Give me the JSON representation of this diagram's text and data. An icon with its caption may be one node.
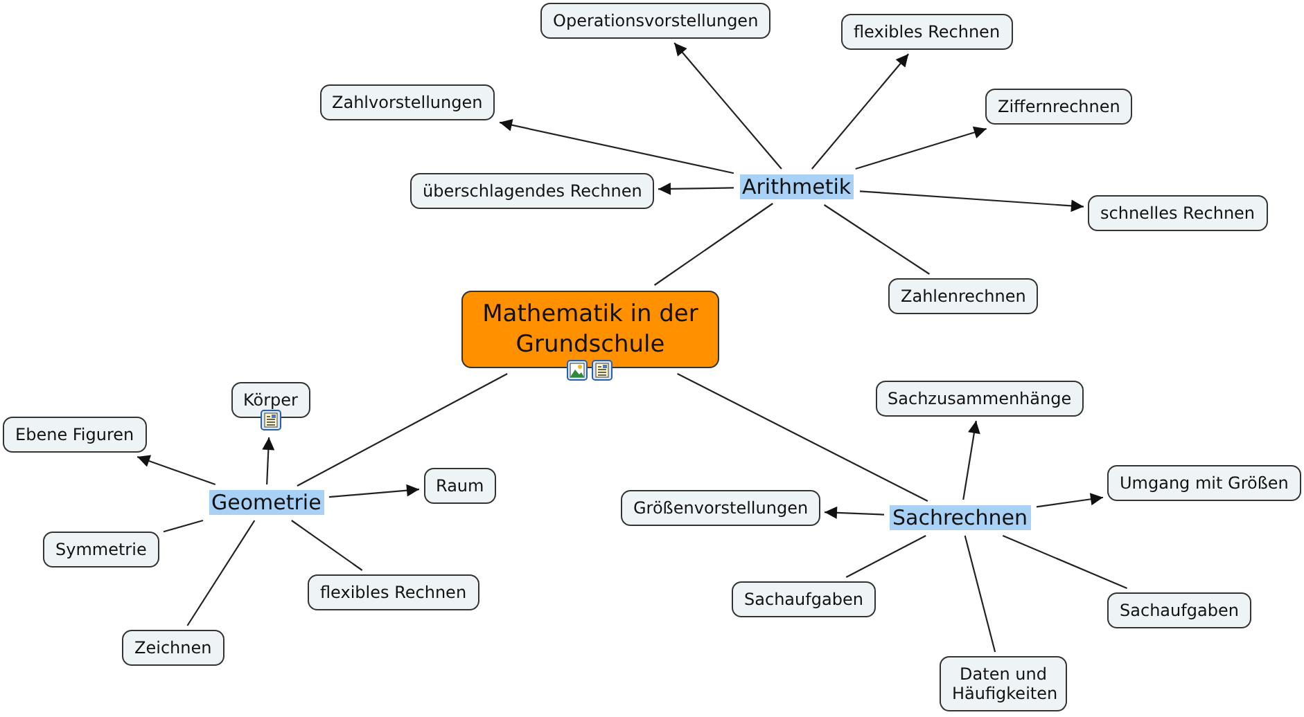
{
  "diagram": {
    "nodes": [
      {
        "text": [
          "Mathematik in der Grundschule"
        ]
      },
      {
        "text": [
          "Arithmetik"
        ]
      },
      {
        "text": [
          "Operationsvorstellungen"
        ]
      },
      {
        "text": [
          "flexibles Rechnen"
        ]
      },
      {
        "text": [
          "Zahlvorstellungen"
        ]
      },
      {
        "text": [
          "Ziffernrechnen"
        ]
      },
      {
        "text": [
          "überschlagendes Rechnen"
        ]
      },
      {
        "text": [
          "schnelles Rechnen"
        ]
      },
      {
        "text": [
          "Zahlenrechnen"
        ]
      },
      {
        "text": [
          "Geometrie"
        ]
      },
      {
        "text": [
          "Körper"
        ]
      },
      {
        "text": [
          "Ebene Figuren"
        ]
      },
      {
        "text": [
          "Raum"
        ]
      },
      {
        "text": [
          "Symmetrie"
        ]
      },
      {
        "text": [
          "flexibles Rechnen"
        ]
      },
      {
        "text": [
          "Zeichnen"
        ]
      },
      {
        "text": [
          "Sachrechnen"
        ]
      },
      {
        "text": [
          "Sachzusammenhänge"
        ]
      },
      {
        "text": [
          "Größenvorstellungen"
        ]
      },
      {
        "text": [
          "Umgang mit Größen"
        ]
      },
      {
        "text": [
          "Sachaufgaben"
        ]
      },
      {
        "text": [
          "Sachaufgaben"
        ]
      },
      {
        "text": [
          "Daten und Häufigkeiten"
        ]
      }
    ],
    "edges": [
      {
        "from": 0,
        "to": 1,
        "arrow": "none"
      },
      {
        "from": 1,
        "to": 2,
        "arrow": "to"
      },
      {
        "from": 1,
        "to": 3,
        "arrow": "to"
      },
      {
        "from": 1,
        "to": 4,
        "arrow": "to"
      },
      {
        "from": 1,
        "to": 5,
        "arrow": "to"
      },
      {
        "from": 1,
        "to": 6,
        "arrow": "to"
      },
      {
        "from": 1,
        "to": 7,
        "arrow": "to"
      },
      {
        "from": 1,
        "to": 8,
        "arrow": "none"
      },
      {
        "from": 0,
        "to": 9,
        "arrow": "none"
      },
      {
        "from": 9,
        "to": 10,
        "arrow": "to"
      },
      {
        "from": 9,
        "to": 11,
        "arrow": "to"
      },
      {
        "from": 9,
        "to": 12,
        "arrow": "to"
      },
      {
        "from": 9,
        "to": 13,
        "arrow": "none"
      },
      {
        "from": 9,
        "to": 14,
        "arrow": "none"
      },
      {
        "from": 9,
        "to": 15,
        "arrow": "none"
      },
      {
        "from": 0,
        "to": 16,
        "arrow": "none"
      },
      {
        "from": 16,
        "to": 17,
        "arrow": "to"
      },
      {
        "from": 16,
        "to": 18,
        "arrow": "to"
      },
      {
        "from": 16,
        "to": 19,
        "arrow": "to"
      },
      {
        "from": 16,
        "to": 20,
        "arrow": "none"
      },
      {
        "from": 16,
        "to": 21,
        "arrow": "none"
      },
      {
        "from": 16,
        "to": 22,
        "arrow": "none"
      }
    ]
  }
}
